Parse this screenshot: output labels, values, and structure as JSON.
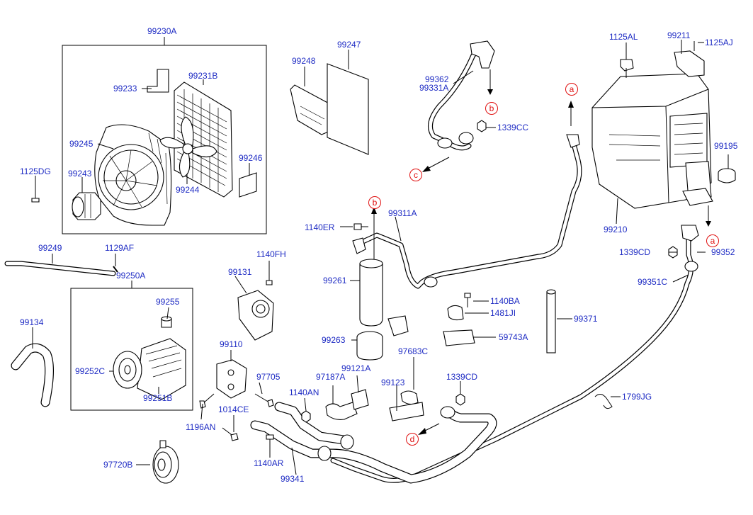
{
  "callouts": {
    "p99230A": "99230A",
    "p99233": "99233",
    "p99231B": "99231B",
    "p99245": "99245",
    "p99243": "99243",
    "p99244": "99244",
    "p99246": "99246",
    "p1125DG": "1125DG",
    "p99248": "99248",
    "p99247": "99247",
    "p99362": "99362",
    "p99331A": "99331A",
    "p1339CC": "1339CC",
    "p1125AL": "1125AL",
    "p99211": "99211",
    "p1125AJ": "1125AJ",
    "p99195": "99195",
    "p99210": "99210",
    "p1140ER": "1140ER",
    "p99311A": "99311A",
    "p99261": "99261",
    "p1339CD_a": "1339CD",
    "p99352": "99352",
    "p99351C": "99351C",
    "p99249": "99249",
    "p1129AF": "1129AF",
    "p99250A": "99250A",
    "p99255": "99255",
    "p99134": "99134",
    "p99252C": "99252C",
    "p99251B": "99251B",
    "p1140FH": "1140FH",
    "p99131": "99131",
    "p99110": "99110",
    "p97705": "97705",
    "p1140AN": "1140AN",
    "p1014CE": "1014CE",
    "p1196AN": "1196AN",
    "p97720B": "97720B",
    "p1140BA": "1140BA",
    "p1481JI": "1481JI",
    "p99371": "99371",
    "p99263": "99263",
    "p59743A": "59743A",
    "p97683C": "97683C",
    "p99121A": "99121A",
    "p97187A": "97187A",
    "p99123": "99123",
    "p1339CD_b": "1339CD",
    "p1799JG": "1799JG",
    "p1140AR": "1140AR",
    "p99341": "99341"
  },
  "connectors": {
    "a1": "a",
    "a2": "a",
    "b1": "b",
    "b2": "b",
    "c1": "c",
    "d1": "d"
  },
  "colors": {
    "callout_text": "#1f2cc4",
    "connector_marker": "#e01010",
    "line_art": "#000000"
  }
}
